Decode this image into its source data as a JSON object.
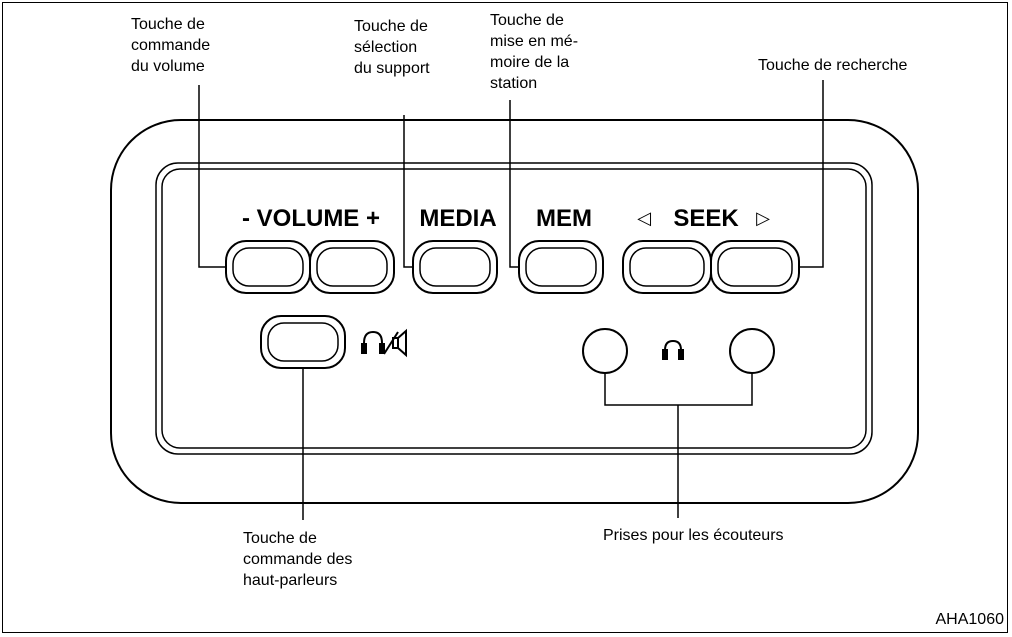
{
  "callouts": {
    "volume_key": "Touche de\ncommande\ndu volume",
    "media_key": "Touche de\nsélection\ndu support",
    "mem_key": "Touche de\nmise en mé-\nmoire de la\nstation",
    "seek_key": "Touche de recherche",
    "speaker_key": "Touche de\ncommande des\nhaut-parleurs",
    "jacks": "Prises pour les écouteurs"
  },
  "panel": {
    "volume_label": "- VOLUME +",
    "media_label": "MEDIA",
    "mem_label": "MEM",
    "seek_label": "SEEK",
    "seek_left_glyph": "◁",
    "seek_right_glyph": "▷"
  },
  "icons": {
    "speaker_toggle": "headphone-speaker-icon",
    "headphone": "headphone-icon"
  },
  "reference_code": "AHA1060"
}
